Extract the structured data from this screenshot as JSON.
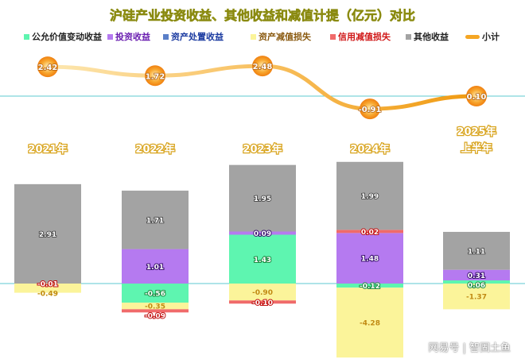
{
  "title": "沪硅产业投资收益、其他收益和减值计提（亿元）对比",
  "legend": [
    {
      "key": "fair",
      "label": "公允价值变动收益",
      "color": "#5ef5b0",
      "text": "#222"
    },
    {
      "key": "invest",
      "label": "投资收益",
      "color": "#b57af0",
      "text": "#6a1fb0"
    },
    {
      "key": "disposal",
      "label": "资产处置收益",
      "color": "#5a7fc8",
      "text": "#1a3aa0"
    },
    {
      "key": "asset",
      "label": "资产减值损失",
      "color": "#fbf49a",
      "text": "#8a5a10"
    },
    {
      "key": "credit",
      "label": "信用减值损失",
      "color": "#f06a6a",
      "text": "#d01818"
    },
    {
      "key": "other",
      "label": "其他收益",
      "color": "#a3a3a3",
      "text": "#222"
    },
    {
      "key": "total",
      "label": "小计",
      "color": "#f5a623",
      "text": "#222"
    }
  ],
  "chart_data": {
    "type": "bar",
    "title": "沪硅产业投资收益、其他收益和减值计提（亿元）对比",
    "categories": [
      [
        "2021年"
      ],
      [
        "2022年"
      ],
      [
        "2023年"
      ],
      [
        "2024年"
      ],
      [
        "2025年",
        "上半年"
      ]
    ],
    "series": [
      {
        "key": "fair",
        "name": "公允价值变动收益",
        "values": [
          null,
          -0.56,
          1.43,
          -0.12,
          0.06
        ]
      },
      {
        "key": "invest",
        "name": "投资收益",
        "values": [
          null,
          1.01,
          0.09,
          1.48,
          0.31
        ]
      },
      {
        "key": "credit",
        "name": "信用减值损失",
        "values": [
          -0.01,
          -0.09,
          -0.1,
          0.02,
          null
        ]
      },
      {
        "key": "other",
        "name": "其他收益",
        "values": [
          2.91,
          1.71,
          1.95,
          1.99,
          1.11
        ]
      },
      {
        "key": "asset",
        "name": "资产减值损失",
        "values": [
          -0.49,
          -0.35,
          -0.9,
          -4.28,
          -1.37
        ]
      }
    ],
    "line": {
      "name": "小计",
      "values": [
        2.42,
        1.72,
        2.48,
        -0.91,
        0.1
      ]
    }
  },
  "watermark": "网易号 | 智固土鱼"
}
